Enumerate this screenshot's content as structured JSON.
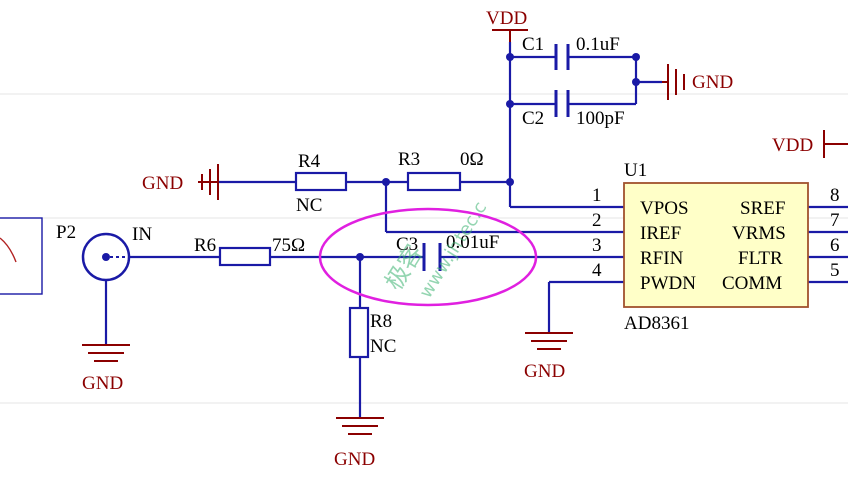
{
  "schematic": {
    "power": {
      "vdd": "VDD",
      "gnd": "GND"
    },
    "components": {
      "c1": {
        "ref": "C1",
        "value": "0.1uF"
      },
      "c2": {
        "ref": "C2",
        "value": "100pF"
      },
      "c3": {
        "ref": "C3",
        "value": "0.01uF"
      },
      "r3": {
        "ref": "R3",
        "value": "0Ω"
      },
      "r4": {
        "ref": "R4",
        "value": "NC"
      },
      "r6": {
        "ref": "R6",
        "value": "75Ω"
      },
      "r8": {
        "ref": "R8",
        "value": "NC"
      },
      "p2": {
        "ref": "P2",
        "net": "IN"
      },
      "u1": {
        "ref": "U1",
        "part": "AD8361",
        "left_pins": [
          {
            "num": "1",
            "name": "VPOS"
          },
          {
            "num": "2",
            "name": "IREF"
          },
          {
            "num": "3",
            "name": "RFIN"
          },
          {
            "num": "4",
            "name": "PWDN"
          }
        ],
        "right_pins": [
          {
            "num": "8",
            "name": "SREF"
          },
          {
            "num": "7",
            "name": "VRMS"
          },
          {
            "num": "6",
            "name": "FLTR"
          },
          {
            "num": "5",
            "name": "COMM"
          }
        ]
      }
    },
    "watermark": {
      "line1": "极客",
      "line2": "www.jh",
      "line3": "tec.c"
    },
    "colors": {
      "wire": "#1a1aa6",
      "power": "#8b0000",
      "body_fill": "#ffffc8",
      "body_stroke": "#a0522d",
      "text": "#000000",
      "highlight": "#e020e0",
      "watermark": "#3cb371",
      "grid": "#e8e8e8"
    }
  }
}
